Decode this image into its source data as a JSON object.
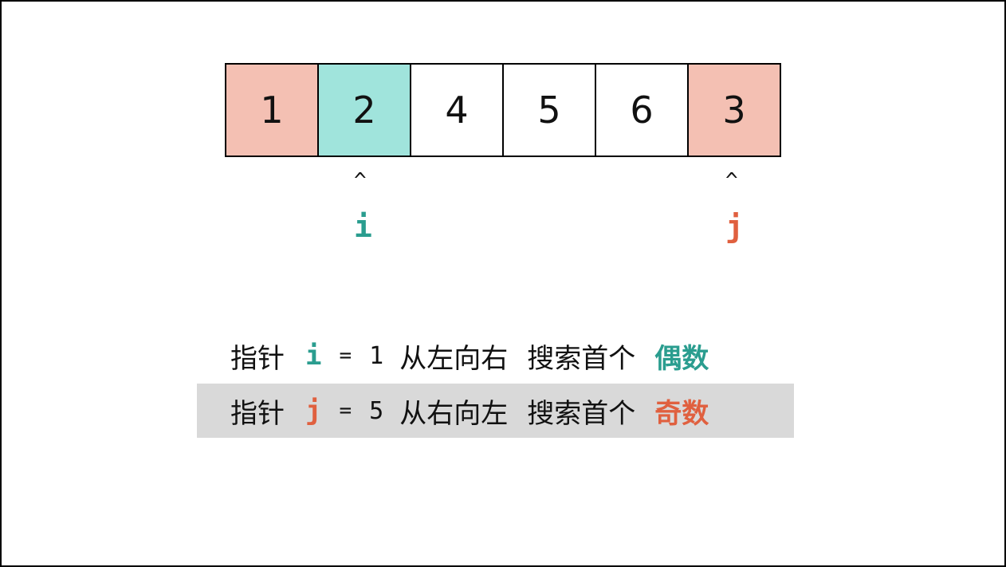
{
  "array": {
    "cells": [
      {
        "value": "1",
        "bg": "#f4c0b3"
      },
      {
        "value": "2",
        "bg": "#a0e4dc"
      },
      {
        "value": "4",
        "bg": "#ffffff"
      },
      {
        "value": "5",
        "bg": "#ffffff"
      },
      {
        "value": "6",
        "bg": "#ffffff"
      },
      {
        "value": "3",
        "bg": "#f4c0b3"
      }
    ]
  },
  "pointers": {
    "i": {
      "caret": "^",
      "label": "i",
      "color": "#2a9d8f",
      "index": 1
    },
    "j": {
      "caret": "^",
      "label": "j",
      "color": "#e0603f",
      "index": 5
    }
  },
  "lines": [
    {
      "prefix": "指针",
      "var": "i",
      "eq": "=",
      "num": "1",
      "dir": "从左向右",
      "action": "搜索首个",
      "target": "偶数",
      "color": "#2a9d8f",
      "highlight": false
    },
    {
      "prefix": "指针",
      "var": "j",
      "eq": "=",
      "num": "5",
      "dir": "从右向左",
      "action": "搜索首个",
      "target": "奇数",
      "color": "#e0603f",
      "highlight": true,
      "highlight_bg": "#d9d9d9"
    }
  ]
}
